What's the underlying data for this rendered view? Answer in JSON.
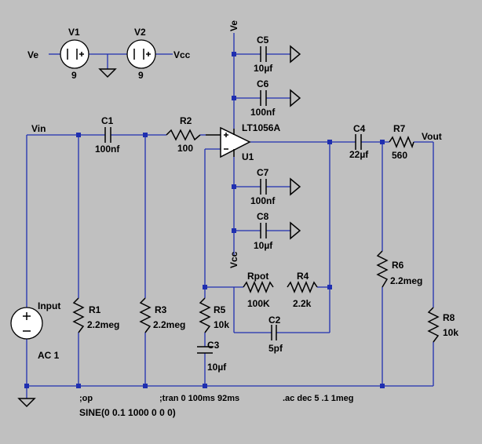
{
  "nets": {
    "ve": "Ve",
    "vcc": "Vcc",
    "vin": "Vin",
    "vout": "Vout"
  },
  "components": {
    "v1": {
      "name": "V1",
      "value": "9"
    },
    "v2": {
      "name": "V2",
      "value": "9"
    },
    "c1": {
      "name": "C1",
      "value": "100nf"
    },
    "r2": {
      "name": "R2",
      "value": "100"
    },
    "u1": {
      "name": "U1",
      "part": "LT1056A"
    },
    "c5": {
      "name": "C5",
      "value": "10µf"
    },
    "c6": {
      "name": "C6",
      "value": "100nf"
    },
    "c7": {
      "name": "C7",
      "value": "100nf"
    },
    "c8": {
      "name": "C8",
      "value": "10µf"
    },
    "c4": {
      "name": "C4",
      "value": "22µf"
    },
    "r7": {
      "name": "R7",
      "value": "560"
    },
    "r6": {
      "name": "R6",
      "value": "2.2meg"
    },
    "r8": {
      "name": "R8",
      "value": "10k"
    },
    "input": {
      "name": "Input",
      "value": "AC 1",
      "spec": "SINE(0 0.1 1000 0 0 0)"
    },
    "r1": {
      "name": "R1",
      "value": "2.2meg"
    },
    "r3": {
      "name": "R3",
      "value": "2.2meg"
    },
    "r5": {
      "name": "R5",
      "value": "10k"
    },
    "c3": {
      "name": "C3",
      "value": "10µf"
    },
    "rpot": {
      "name": "Rpot",
      "value": "100K"
    },
    "r4": {
      "name": "R4",
      "value": "2.2k"
    },
    "c2": {
      "name": "C2",
      "value": "5pf"
    }
  },
  "directives": {
    "op": ";op",
    "tran": ";tran 0 100ms 92ms",
    "ac": ".ac dec 5 .1 1meg"
  }
}
